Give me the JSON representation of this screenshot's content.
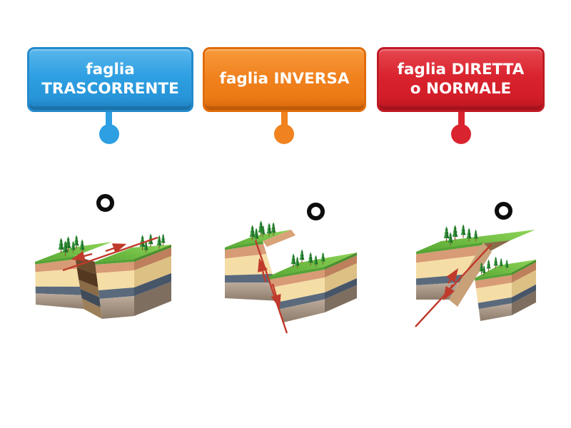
{
  "page": {
    "type": "labelled-diagram matching activity",
    "topic": "fault types (faglie)",
    "background_color": "#ffffff"
  },
  "labels": [
    {
      "full_text": "faglia TRASCORRENTE",
      "line1": "faglia",
      "line2": "TRASCORRENTE",
      "color": "#2d9fe2",
      "pin_color": "#2d9fe2"
    },
    {
      "full_text": "faglia INVERSA",
      "line1": "faglia INVERSA",
      "line2": "",
      "color": "#f0821f",
      "pin_color": "#f0821f"
    },
    {
      "full_text": "faglia DIRETTA o NORMALE",
      "line1": "faglia DIRETTA",
      "line2": "o NORMALE",
      "color": "#d9232e",
      "pin_color": "#d9232e"
    }
  ],
  "targets": [
    {
      "shape": "ring",
      "color": "#0d0d0d",
      "position": "above strike-slip fault diagram"
    },
    {
      "shape": "ring",
      "color": "#0d0d0d",
      "position": "above reverse fault diagram"
    },
    {
      "shape": "ring",
      "color": "#0d0d0d",
      "position": "above normal fault diagram"
    }
  ],
  "diagrams": [
    {
      "name": "strike-slip fault block diagram",
      "subject": "faglia trascorrente",
      "motion": "horizontal opposing arrows along red fault trace on surface"
    },
    {
      "name": "reverse fault block diagram",
      "subject": "faglia inversa",
      "motion": "left block raised over right block, red arrows along dipping fault"
    },
    {
      "name": "normal fault block diagram",
      "subject": "faglia diretta o normale",
      "motion": "right block dropped down, red arrows along dipping fault"
    }
  ],
  "palette": {
    "grass_green": "#5FB53B",
    "soil_salmon": "#D79B76",
    "sand_cream": "#F5DDA6",
    "rock_slate": "#5A6A7C",
    "rock_taupe": "#A5917E",
    "fault_brown": "#7D5C3B",
    "arrow_red": "#BF3A2B",
    "marker_black": "#0D0D0D"
  }
}
